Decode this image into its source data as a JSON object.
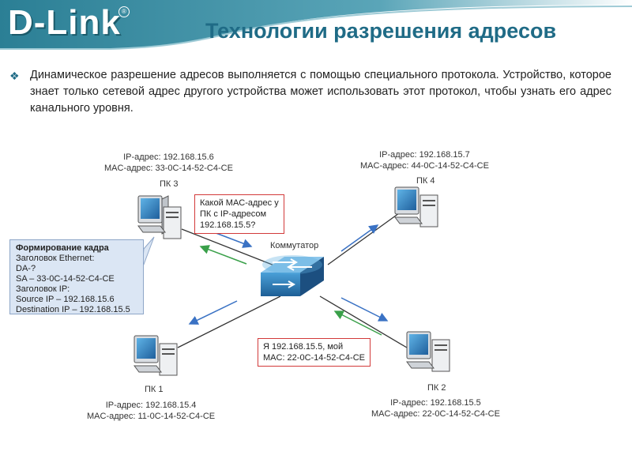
{
  "header": {
    "logo": "D-Link",
    "logo_mark": "®",
    "title": "Технологии разрешения адресов"
  },
  "intro": {
    "bullet": "❖",
    "text": "Динамическое разрешение адресов выполняется с помощью специального протокола. Устройство, которое знает только сетевой адрес другого устройства может использовать этот протокол, чтобы узнать  его адрес канального уровня."
  },
  "nodes": {
    "pc3": {
      "name": "ПК 3",
      "ip": "IP-адрес: 192.168.15.6",
      "mac": "MAC-адрес: 33-0C-14-52-C4-CE"
    },
    "pc4": {
      "name": "ПК 4",
      "ip": "IP-адрес: 192.168.15.7",
      "mac": "MAC-адрес: 44-0C-14-52-C4-CE"
    },
    "pc1": {
      "name": "ПК 1",
      "ip": "IP-адрес: 192.168.15.4",
      "mac": "MAC-адрес: 11-0C-14-52-C4-CE"
    },
    "pc2": {
      "name": "ПК 2",
      "ip": "IP-адрес: 192.168.15.5",
      "mac": "MAC-адрес: 22-0C-14-52-C4-CE"
    },
    "switch": {
      "name": "Коммутатор"
    }
  },
  "callouts": {
    "request": [
      "Какой MAC-адрес у",
      "ПК с IP-адресом",
      "192.168.15.5?"
    ],
    "reply": [
      "Я 192.168.15.5, мой",
      "MAC: 22-0C-14-52-C4-CE"
    ]
  },
  "frame": {
    "title": "Формирование кадра",
    "lines": [
      "Заголовок Ethernet:",
      "DA-?",
      "SA – 33-0C-14-52-C4-CE",
      "Заголовок IP:",
      "Source IP – 192.168.15.6",
      "Destination IP – 192.168.15.5"
    ]
  },
  "colors": {
    "title": "#1f6b86",
    "header_band": "#2b7f95",
    "request_arrow": "#3a72c4",
    "reply_arrow": "#3aa04a",
    "callout_border": "#d23a3a",
    "frame_fill": "#dbe6f4",
    "pc_screen": "#2f7fc0"
  }
}
